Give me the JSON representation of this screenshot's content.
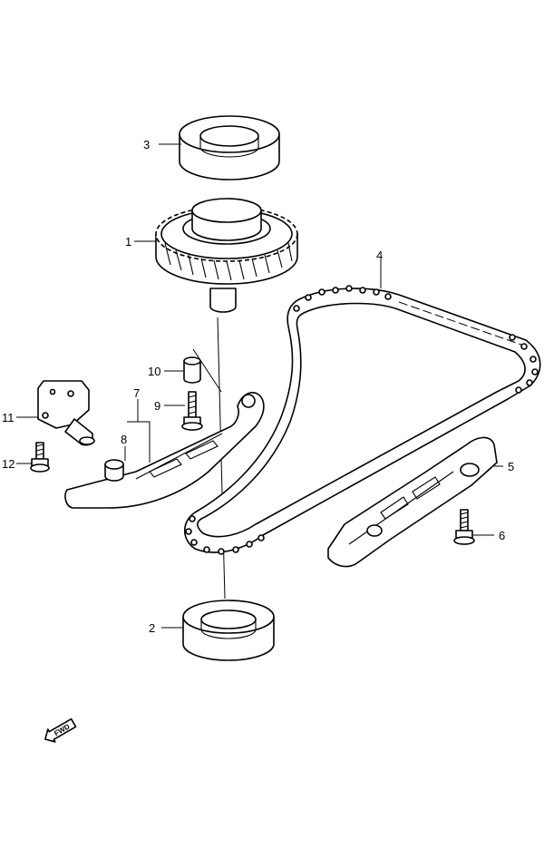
{
  "callouts": [
    {
      "id": "1",
      "label": "1"
    },
    {
      "id": "2",
      "label": "2"
    },
    {
      "id": "3",
      "label": "3"
    },
    {
      "id": "4",
      "label": "4"
    },
    {
      "id": "5",
      "label": "5"
    },
    {
      "id": "6",
      "label": "6"
    },
    {
      "id": "7",
      "label": "7"
    },
    {
      "id": "8",
      "label": "8"
    },
    {
      "id": "9",
      "label": "9"
    },
    {
      "id": "10",
      "label": "10"
    },
    {
      "id": "11",
      "label": "11"
    },
    {
      "id": "12",
      "label": "12"
    }
  ],
  "direction_badge": {
    "text": "FWD",
    "icon": "forward-arrow-icon"
  }
}
